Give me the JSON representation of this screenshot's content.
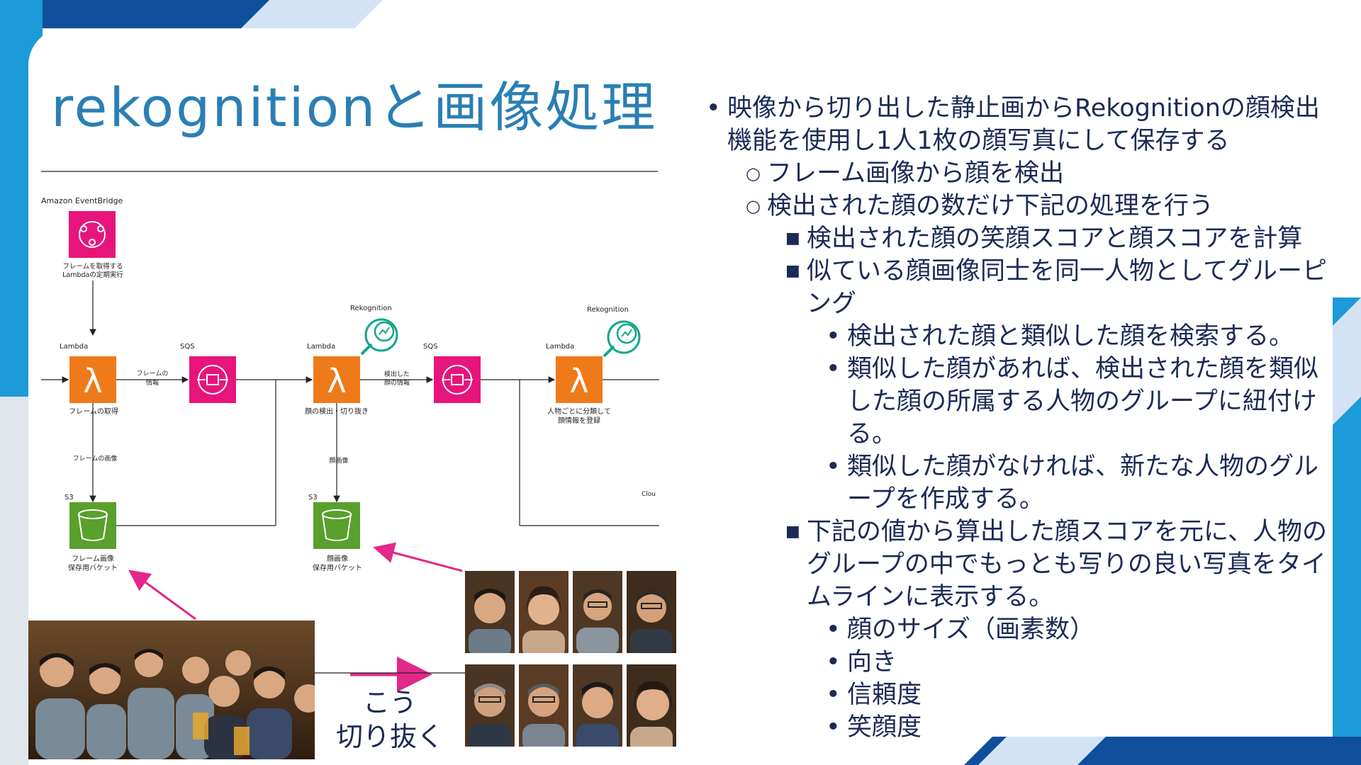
{
  "title": "rekognitionと画像処理",
  "diagram": {
    "eventbridge_label": "Amazon EventBridge",
    "eventbridge_caption": [
      "フレームを取得する",
      "Lambdaの定期実行"
    ],
    "lambda_label": "Lambda",
    "sqs_label": "SQS",
    "s3_label": "S3",
    "rekognition_label": "Rekognition",
    "lambda1_caption": "フレームの取得",
    "sqs1_edge": [
      "フレームの",
      "情報"
    ],
    "lambda2_caption": "顔の検出・切り抜き",
    "sqs2_edge": [
      "検出した",
      "顔の情報"
    ],
    "lambda3_caption": [
      "人物ごとに分類して",
      "顔情報を登録"
    ],
    "s3_1_edge": "フレームの画像",
    "s3_2_edge": "顔画像",
    "s3_1_caption": [
      "フレーム画像",
      "保存用バケット"
    ],
    "s3_2_caption": [
      "顔画像",
      "保存用バケット"
    ],
    "cloud_label": "Clou"
  },
  "cut_label": [
    "こう",
    "切り抜く"
  ],
  "bullets": [
    {
      "level": 1,
      "marker": "•",
      "text": "映像から切り出した静止画からRekognitionの顔検出機能を使用し1人1枚の顔写真にして保存する"
    },
    {
      "level": 2,
      "marker": "○",
      "text": "フレーム画像から顔を検出"
    },
    {
      "level": 2,
      "marker": "○",
      "text": "検出された顔の数だけ下記の処理を行う"
    },
    {
      "level": 3,
      "marker": "■",
      "text": "検出された顔の笑顔スコアと顔スコアを計算"
    },
    {
      "level": 3,
      "marker": "■",
      "text": "似ている顔画像同士を同一人物としてグルーピング"
    },
    {
      "level": 4,
      "marker": "•",
      "text": "検出された顔と類似した顔を検索する。"
    },
    {
      "level": 4,
      "marker": "•",
      "text": "類似した顔があれば、検出された顔を類似した顔の所属する人物のグループに紐付ける。"
    },
    {
      "level": 4,
      "marker": "•",
      "text": "類似した顔がなければ、新たな人物のグループを作成する。"
    },
    {
      "level": 3,
      "marker": "■",
      "text": "下記の値から算出した顔スコアを元に、人物のグループの中でもっとも写りの良い写真をタイムラインに表示する。"
    },
    {
      "level": 4,
      "marker": "•",
      "text": "顔のサイズ（画素数）"
    },
    {
      "level": 4,
      "marker": "•",
      "text": "向き"
    },
    {
      "level": 4,
      "marker": "•",
      "text": "信頼度"
    },
    {
      "level": 4,
      "marker": "•",
      "text": "笑顔度"
    }
  ],
  "colors": {
    "title": "#2a7fb4",
    "text": "#1c2a56",
    "lambda": "#ef7a1a",
    "sqs": "#e7157b",
    "s3": "#5aa02c",
    "rekognition": "#11a789",
    "arrow": "#e2288a"
  }
}
